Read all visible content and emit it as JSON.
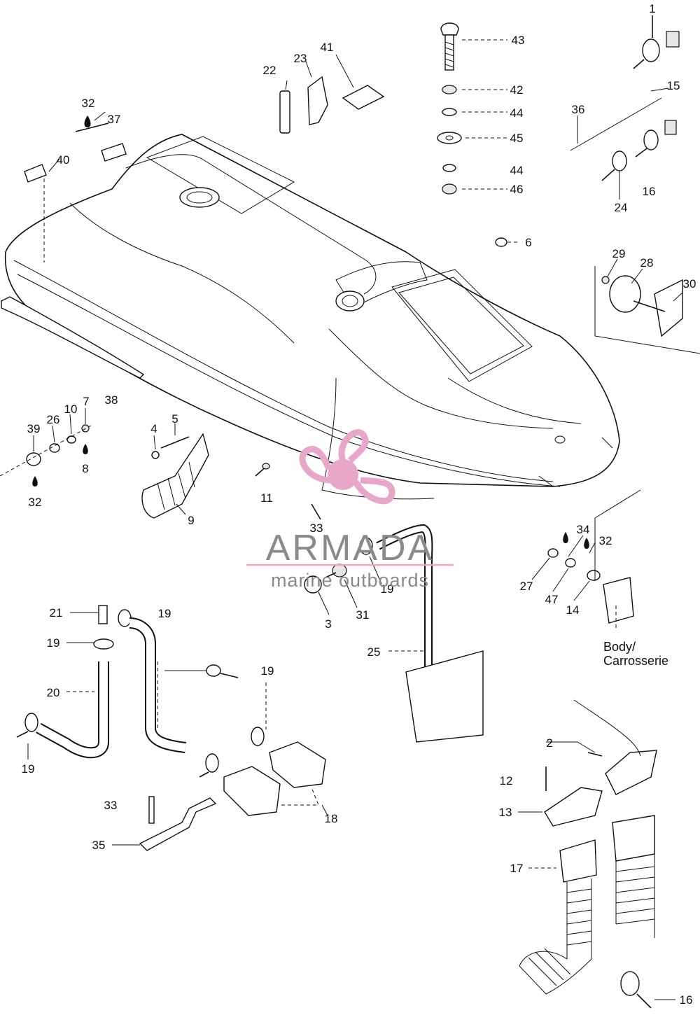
{
  "colors": {
    "ink": "#111111",
    "logo_accent": "#e8a6c8",
    "logo_text": "#8a8a8a"
  },
  "logo": {
    "name": "ARMADA",
    "tagline": "marine outboards",
    "icon": "propeller-icon"
  },
  "body_label": {
    "line1": "Body/",
    "line2": "Carrosserie"
  },
  "callouts": [
    "1",
    "15",
    "36",
    "16",
    "24",
    "43",
    "42",
    "44",
    "45",
    "44",
    "46",
    "6",
    "29",
    "28",
    "30",
    "22",
    "23",
    "41",
    "32",
    "37",
    "40",
    "7",
    "10",
    "26",
    "39",
    "38",
    "8",
    "32",
    "4",
    "5",
    "9",
    "11",
    "33",
    "34",
    "32",
    "27",
    "47",
    "14",
    "19",
    "31",
    "3",
    "21",
    "19",
    "19",
    "20",
    "19",
    "19",
    "25",
    "18",
    "33",
    "35",
    "2",
    "12",
    "13",
    "17",
    "16"
  ]
}
